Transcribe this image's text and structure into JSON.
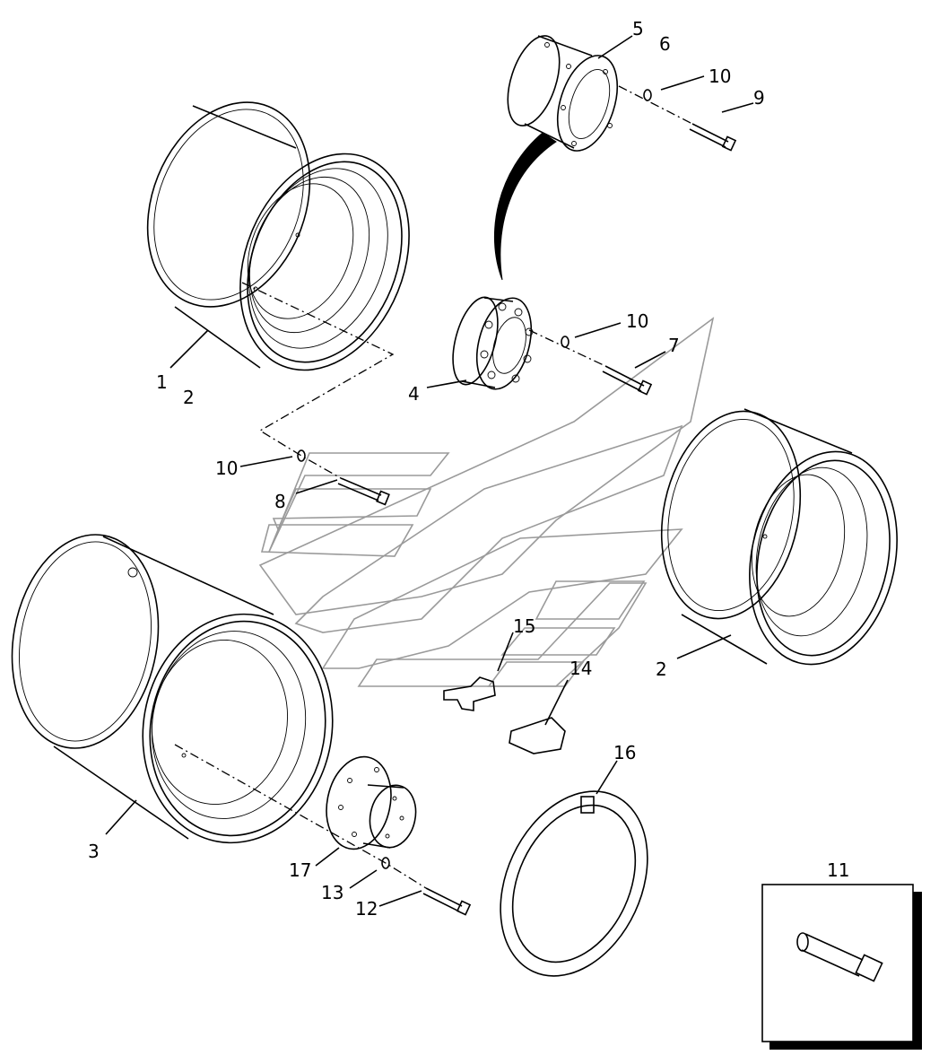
{
  "callouts": {
    "c1": "1",
    "c2a": "2",
    "c2b": "2",
    "c3": "3",
    "c4": "4",
    "c5": "5",
    "c6": "6",
    "c7": "7",
    "c8": "8",
    "c9": "9",
    "c10a": "10",
    "c10b": "10",
    "c10c": "10",
    "c11": "11",
    "c12": "12",
    "c13": "13",
    "c14": "14",
    "c15": "15",
    "c16": "16",
    "c17": "17"
  },
  "parts": [
    {
      "id": "rim-1",
      "icon": "wheel-rim-icon"
    },
    {
      "id": "rim-2",
      "icon": "wheel-rim-icon"
    },
    {
      "id": "rim-3",
      "icon": "wheel-rim-icon"
    },
    {
      "id": "hub-4",
      "icon": "hub-icon"
    },
    {
      "id": "spacer-5",
      "icon": "spacer-icon"
    },
    {
      "id": "bolt-7",
      "icon": "bolt-icon"
    },
    {
      "id": "bolt-8",
      "icon": "bolt-icon"
    },
    {
      "id": "bolt-9",
      "icon": "bolt-icon"
    },
    {
      "id": "washer-10",
      "icon": "washer-icon"
    },
    {
      "id": "pin-11",
      "icon": "pin-icon"
    },
    {
      "id": "bolt-12",
      "icon": "bolt-icon"
    },
    {
      "id": "washer-13",
      "icon": "washer-icon"
    },
    {
      "id": "clip-14",
      "icon": "clip-icon"
    },
    {
      "id": "plate-15",
      "icon": "plate-icon"
    },
    {
      "id": "ring-16",
      "icon": "lock-ring-icon"
    },
    {
      "id": "adapter-17",
      "icon": "flange-adapter-icon"
    }
  ],
  "colors": {
    "line": "#000000",
    "watermark": "#9a9a9a",
    "background": "#ffffff"
  }
}
